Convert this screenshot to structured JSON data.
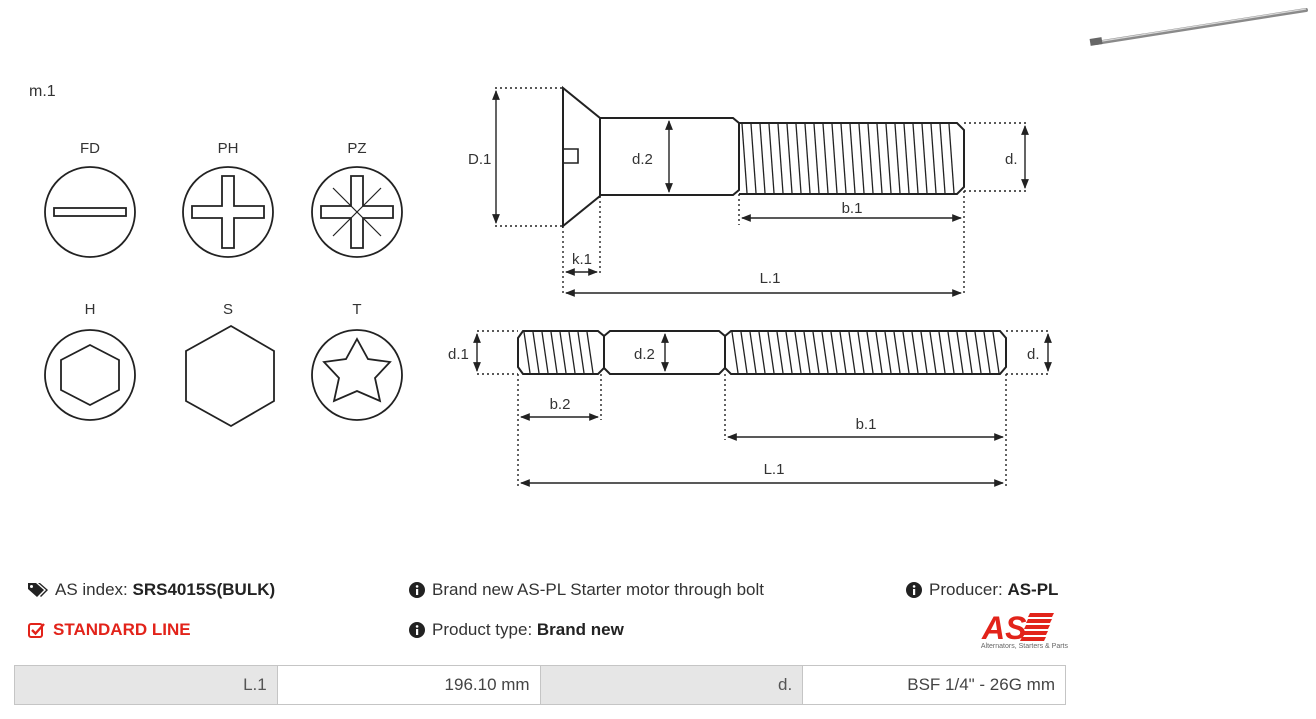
{
  "diagram": {
    "model_label": "m.1",
    "head_types": [
      "FD",
      "PH",
      "PZ",
      "H",
      "S",
      "T"
    ],
    "top_bolt_labels": {
      "D1": "D.1",
      "d2": "d.2",
      "d": "d.",
      "b1": "b.1",
      "k1": "k.1",
      "L1": "L.1"
    },
    "bottom_bolt_labels": {
      "d1": "d.1",
      "d2": "d.2",
      "d": "d.",
      "b2": "b.2",
      "b1": "b.1",
      "L1": "L.1"
    }
  },
  "info": {
    "as_index_label": "AS index:",
    "as_index_value": "SRS4015S(BULK)",
    "description": "Brand new AS-PL Starter motor through bolt",
    "producer_label": "Producer:",
    "producer_value": "AS-PL",
    "line_label": "STANDARD LINE",
    "product_type_label": "Product type:",
    "product_type_value": "Brand new"
  },
  "logo": {
    "text": "AS",
    "tagline": "Alternators, Starters & Parts",
    "color": "#e2231a"
  },
  "specs": [
    {
      "label": "L.1",
      "value": "196.10 mm"
    },
    {
      "label": "d.",
      "value": "BSF 1/4\" - 26G mm"
    }
  ]
}
